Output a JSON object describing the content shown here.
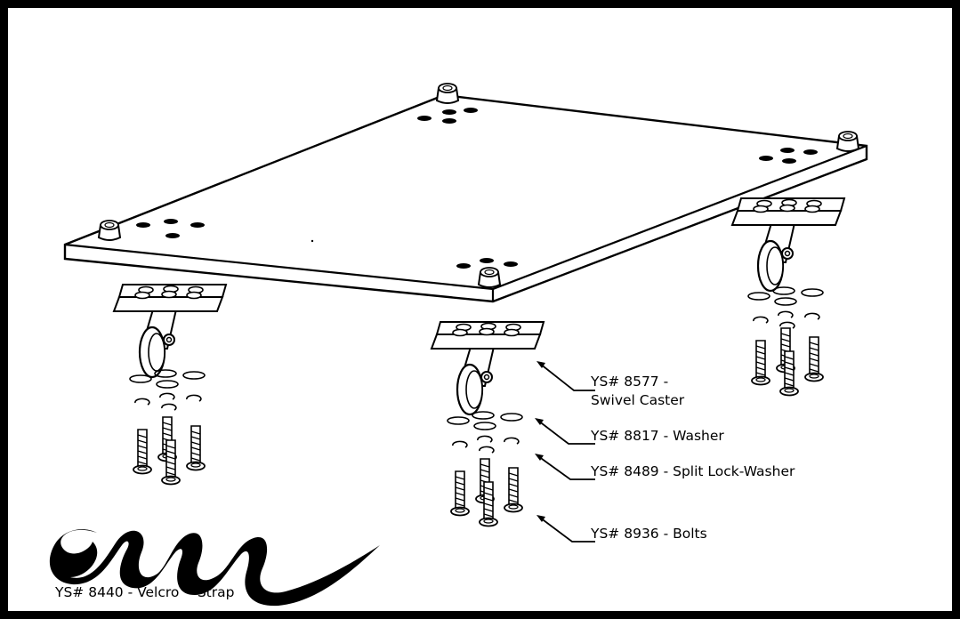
{
  "diagram": {
    "callouts": [
      {
        "id": "caster",
        "lines": [
          "YS# 8577 -",
          "Swivel Caster"
        ]
      },
      {
        "id": "washer",
        "lines": [
          "YS# 8817 - Washer"
        ]
      },
      {
        "id": "lockwasher",
        "lines": [
          "YS# 8489 - Split Lock-Washer"
        ]
      },
      {
        "id": "bolts",
        "lines": [
          "YS# 8936 - Bolts"
        ]
      },
      {
        "id": "strap",
        "lines": [
          "YS# 8440 - Velcro™ Strap"
        ]
      }
    ]
  }
}
